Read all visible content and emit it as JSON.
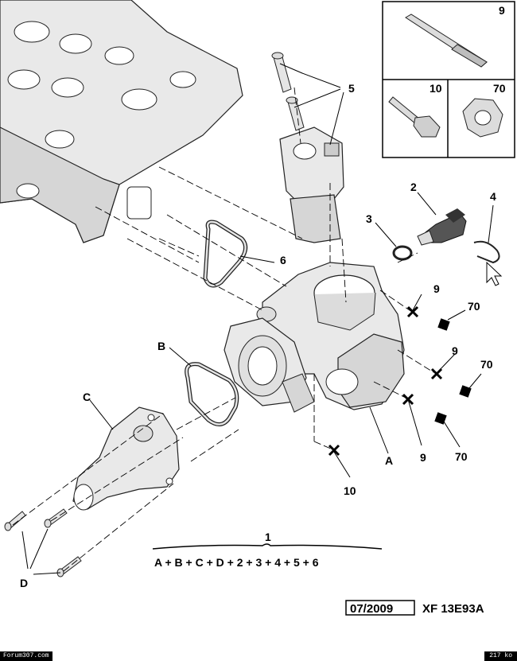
{
  "labels": {
    "p1": "1",
    "p2": "2",
    "p3": "3",
    "p4": "4",
    "p5": "5",
    "p6": "6",
    "p9a": "9",
    "p9b": "9",
    "p9c": "9",
    "p10": "10",
    "p70a": "70",
    "p70b": "70",
    "p70c": "70",
    "pA": "A",
    "pB": "B",
    "pC": "C",
    "pD": "D"
  },
  "inset": {
    "top_label": "9",
    "left_label": "10",
    "right_label": "70"
  },
  "formula": "A + B + C + D + 2 + 3 + 4 + 5 + 6",
  "date_code": "07/2009",
  "ref_code": "XF 13E93A",
  "footer": {
    "source": "Forum307.com",
    "size": "217 ko"
  }
}
